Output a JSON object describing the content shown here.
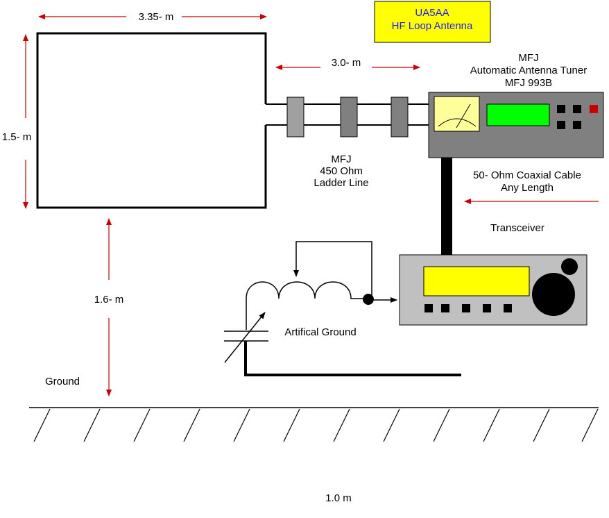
{
  "title_box": {
    "line1": "UA5AA",
    "line2": "HF Loop Antenna",
    "fill": "#ffff00",
    "text_color": "#1a1aff"
  },
  "dimensions": {
    "loop_width": "3.35- m",
    "loop_height": "1.5- m",
    "ladder_length": "3.0- m",
    "height_above_ground": "1.6- m",
    "bottom_label": "1.0 m"
  },
  "tuner": {
    "line1": "MFJ",
    "line2": "Automatic Antenna Tuner",
    "line3": "MFJ 993B"
  },
  "ladder_line": {
    "line1": "MFJ",
    "line2": "450 Ohm",
    "line3": "Ladder Line"
  },
  "coax": {
    "line1": "50- Ohm Coaxial Cable",
    "line2": "Any Length"
  },
  "labels": {
    "transceiver": "Transceiver",
    "artificial_ground": "Artifical Ground",
    "ground": "Ground"
  },
  "colors": {
    "arrow": "#cc0000",
    "panel": "#808080",
    "display": "#00ff00",
    "transceiver_panel": "#c0c0c0",
    "transceiver_display": "#ffff00",
    "led": "#cc0000",
    "meter": "#ffff99"
  }
}
